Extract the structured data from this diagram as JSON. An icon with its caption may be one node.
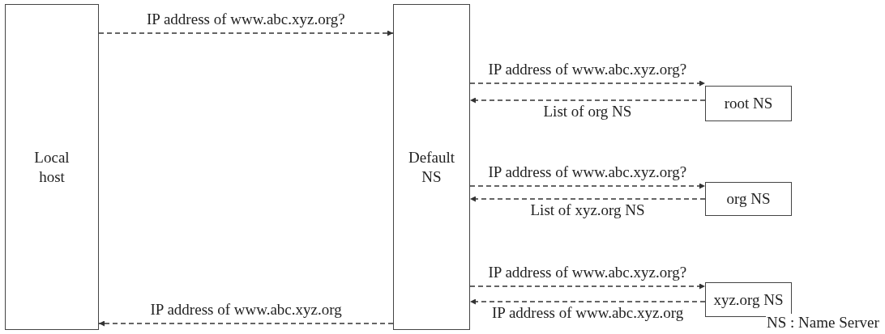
{
  "diagram": {
    "nodes": [
      {
        "text": [
          "Local host"
        ]
      },
      {
        "text": [
          "Default NS"
        ]
      },
      {
        "text": [
          "root NS"
        ]
      },
      {
        "text": [
          "org NS"
        ]
      },
      {
        "text": [
          "xyz.org NS"
        ]
      }
    ],
    "edges": [
      {
        "from": 0,
        "to": 1,
        "arrow": "to",
        "label": "IP address of www.abc.xyz.org?"
      },
      {
        "from": 1,
        "to": 2,
        "arrow": "to",
        "label": "IP address of www.abc.xyz.org?"
      },
      {
        "from": 2,
        "to": 1,
        "arrow": "to",
        "label": "List of org NS"
      },
      {
        "from": 1,
        "to": 3,
        "arrow": "to",
        "label": "IP address of www.abc.xyz.org?"
      },
      {
        "from": 3,
        "to": 1,
        "arrow": "to",
        "label": "List of xyz.org NS"
      },
      {
        "from": 1,
        "to": 4,
        "arrow": "to",
        "label": "IP address of www.abc.xyz.org?"
      },
      {
        "from": 4,
        "to": 1,
        "arrow": "to",
        "label": "IP address of www.abc.xyz.org"
      },
      {
        "from": 1,
        "to": 0,
        "arrow": "to",
        "label": "IP address of www.abc.xyz.org"
      }
    ],
    "labels": [
      "NS : Name Server"
    ]
  }
}
